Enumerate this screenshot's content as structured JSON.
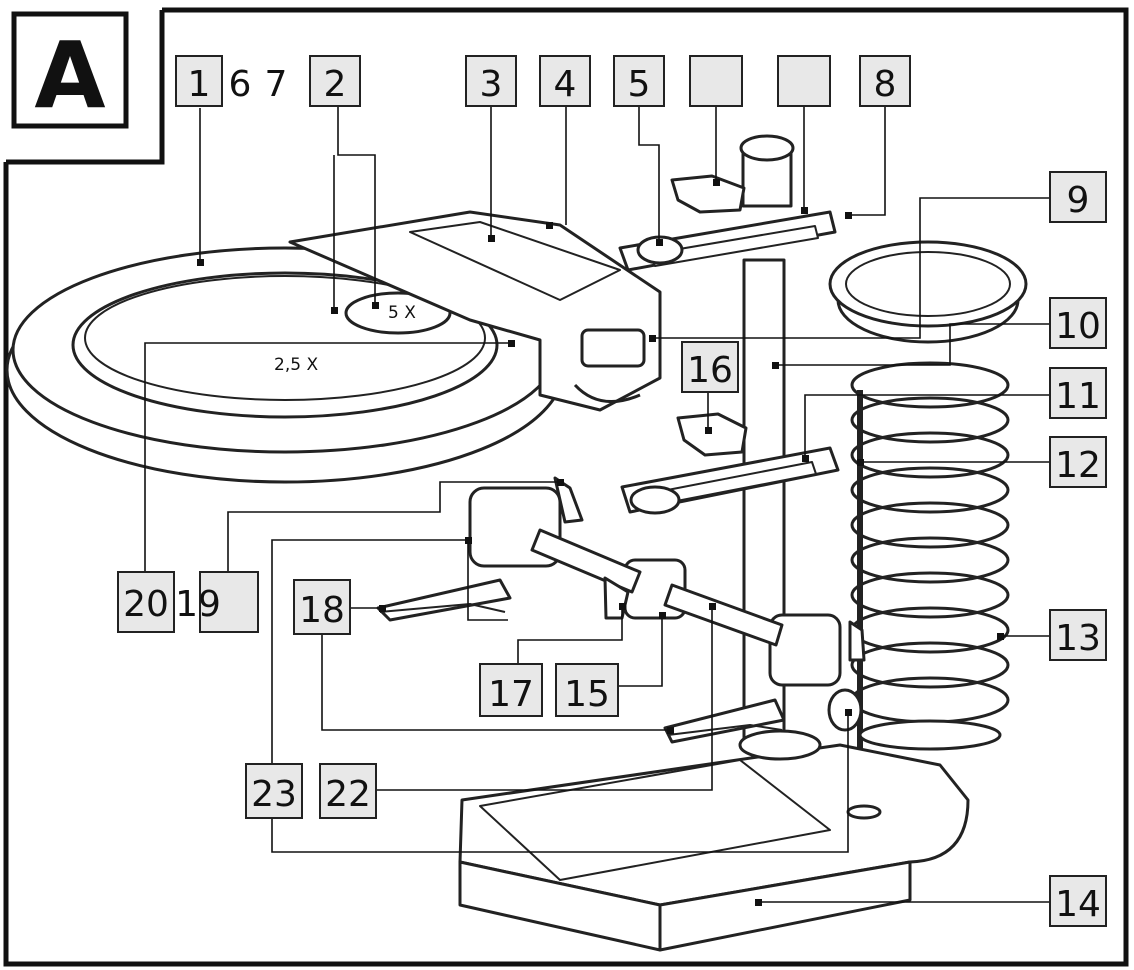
{
  "figure": {
    "panel_letter": "A",
    "magnification_large": "2,5 X",
    "magnification_small": "5 X"
  },
  "callouts": [
    {
      "id": "c1",
      "text": "1"
    },
    {
      "id": "c6",
      "text": "6"
    },
    {
      "id": "c7",
      "text": "7"
    },
    {
      "id": "c2",
      "text": "2"
    },
    {
      "id": "c3",
      "text": "3"
    },
    {
      "id": "c4",
      "text": "4"
    },
    {
      "id": "c5",
      "text": "5"
    },
    {
      "id": "cblankA",
      "text": ""
    },
    {
      "id": "cblankB",
      "text": ""
    },
    {
      "id": "c8",
      "text": "8"
    },
    {
      "id": "c9",
      "text": "9"
    },
    {
      "id": "c10",
      "text": "10"
    },
    {
      "id": "c11",
      "text": "11"
    },
    {
      "id": "c12",
      "text": "12"
    },
    {
      "id": "c13",
      "text": "13"
    },
    {
      "id": "c14",
      "text": "14"
    },
    {
      "id": "c16",
      "text": "16"
    },
    {
      "id": "c17",
      "text": "17"
    },
    {
      "id": "c15",
      "text": "15"
    },
    {
      "id": "c18",
      "text": "18"
    },
    {
      "id": "c20",
      "text": "20"
    },
    {
      "id": "c19",
      "text": "19"
    },
    {
      "id": "cblankC",
      "text": ""
    },
    {
      "id": "c23",
      "text": "23"
    },
    {
      "id": "c22",
      "text": "22"
    }
  ]
}
